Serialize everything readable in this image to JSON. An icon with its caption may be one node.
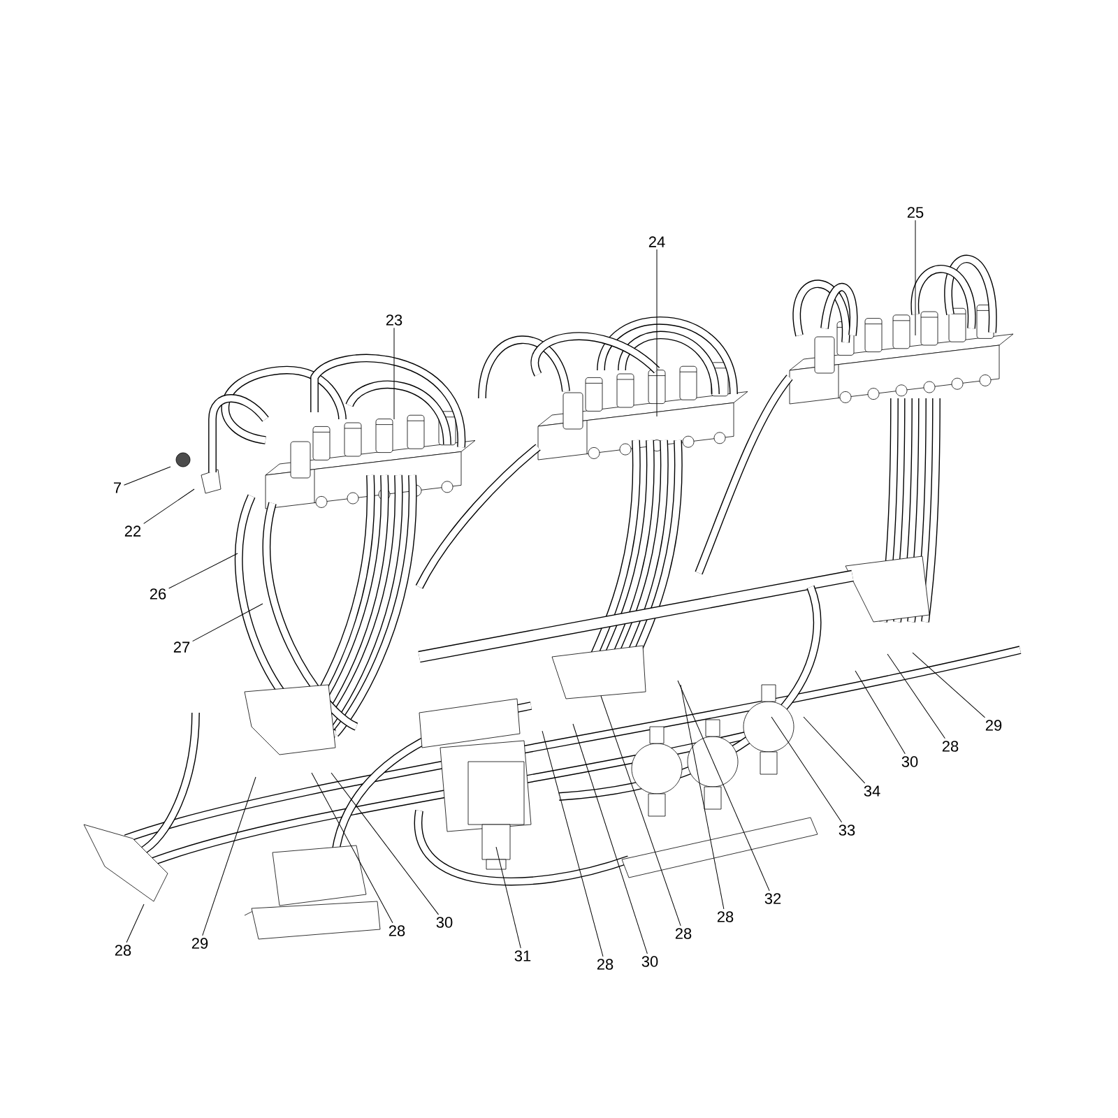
{
  "diagram": {
    "nodes": [
      {
        "text": [
          "25"
        ]
      },
      {
        "text": [
          "24"
        ]
      },
      {
        "text": [
          "23"
        ]
      },
      {
        "text": [
          "7"
        ]
      },
      {
        "text": [
          "22"
        ]
      },
      {
        "text": [
          "26"
        ]
      },
      {
        "text": [
          "27"
        ]
      },
      {
        "text": [
          "29"
        ]
      },
      {
        "text": [
          "28"
        ]
      },
      {
        "text": [
          "30"
        ]
      },
      {
        "text": [
          "34"
        ]
      },
      {
        "text": [
          "33"
        ]
      },
      {
        "text": [
          "32"
        ]
      },
      {
        "text": [
          "28"
        ]
      },
      {
        "text": [
          "30"
        ]
      },
      {
        "text": [
          "28"
        ]
      },
      {
        "text": [
          "28"
        ]
      },
      {
        "text": [
          "29"
        ]
      },
      {
        "text": [
          "28"
        ]
      },
      {
        "text": [
          "31"
        ]
      },
      {
        "text": [
          "30"
        ]
      },
      {
        "text": [
          "28"
        ]
      }
    ],
    "edges": [
      {
        "from": 0,
        "to": null,
        "arrow": "none"
      },
      {
        "from": 1,
        "to": null,
        "arrow": "none"
      },
      {
        "from": 2,
        "to": null,
        "arrow": "none"
      },
      {
        "from": 3,
        "to": null,
        "arrow": "none"
      },
      {
        "from": 4,
        "to": null,
        "arrow": "none"
      },
      {
        "from": 5,
        "to": null,
        "arrow": "none"
      },
      {
        "from": 6,
        "to": null,
        "arrow": "none"
      },
      {
        "from": 7,
        "to": null,
        "arrow": "none"
      },
      {
        "from": 8,
        "to": null,
        "arrow": "none"
      },
      {
        "from": 9,
        "to": null,
        "arrow": "none"
      },
      {
        "from": 10,
        "to": null,
        "arrow": "none"
      },
      {
        "from": 11,
        "to": null,
        "arrow": "none"
      },
      {
        "from": 12,
        "to": null,
        "arrow": "none"
      },
      {
        "from": 13,
        "to": null,
        "arrow": "none"
      },
      {
        "from": 14,
        "to": null,
        "arrow": "none"
      },
      {
        "from": 15,
        "to": null,
        "arrow": "none"
      },
      {
        "from": 16,
        "to": null,
        "arrow": "none"
      },
      {
        "from": 17,
        "to": null,
        "arrow": "none"
      },
      {
        "from": 18,
        "to": null,
        "arrow": "none"
      },
      {
        "from": 19,
        "to": null,
        "arrow": "none"
      },
      {
        "from": 20,
        "to": null,
        "arrow": "none"
      },
      {
        "from": 21,
        "to": null,
        "arrow": "none"
      }
    ]
  }
}
